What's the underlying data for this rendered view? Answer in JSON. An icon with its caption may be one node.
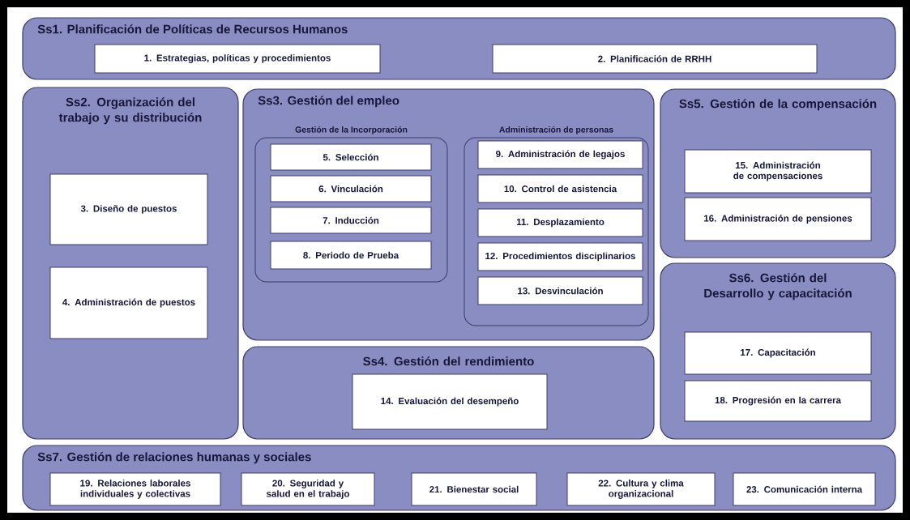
{
  "diagram": {
    "nodes": [
      {
        "text": [
          "Ss1. Planificación de Políticas de Recursos Humanos"
        ]
      },
      {
        "text": [
          "1. Estrategias, políticas y procedimientos"
        ],
        "in": 0
      },
      {
        "text": [
          "2. Planificación de RRHH"
        ],
        "in": 0
      },
      {
        "text": [
          "Ss2. Organización del trabajo y su distribución"
        ]
      },
      {
        "text": [
          "3. Diseño de puestos"
        ],
        "in": 3
      },
      {
        "text": [
          "4. Administración de puestos"
        ],
        "in": 3
      },
      {
        "text": [
          "Ss3. Gestión del empleo"
        ]
      },
      {
        "text": [
          "Gestión de la Incorporación"
        ],
        "in": 6
      },
      {
        "text": [
          "5. Selección"
        ],
        "in": 7
      },
      {
        "text": [
          "6. Vinculación"
        ],
        "in": 7
      },
      {
        "text": [
          "7. Inducción"
        ],
        "in": 7
      },
      {
        "text": [
          "8. Periodo de Prueba"
        ],
        "in": 7
      },
      {
        "text": [
          "Administración de personas"
        ],
        "in": 6
      },
      {
        "text": [
          "9. Administración de legajos"
        ],
        "in": 12
      },
      {
        "text": [
          "10. Control de asistencia"
        ],
        "in": 12
      },
      {
        "text": [
          "11. Desplazamiento"
        ],
        "in": 12
      },
      {
        "text": [
          "12. Procedimientos disciplinarios"
        ],
        "in": 12
      },
      {
        "text": [
          "13. Desvinculación"
        ],
        "in": 12
      },
      {
        "text": [
          "Ss4. Gestión del rendimiento"
        ]
      },
      {
        "text": [
          "14. Evaluación del desempeño"
        ],
        "in": 18
      },
      {
        "text": [
          "Ss5. Gestión de la compensación"
        ]
      },
      {
        "text": [
          "15. Administración de compensaciones"
        ],
        "in": 20
      },
      {
        "text": [
          "16. Administración de pensiones"
        ],
        "in": 20
      },
      {
        "text": [
          "Ss6. Gestión del Desarrollo y capacitación"
        ]
      },
      {
        "text": [
          "17. Capacitación"
        ],
        "in": 23
      },
      {
        "text": [
          "18. Progresión en la carrera"
        ],
        "in": 23
      },
      {
        "text": [
          "Ss7. Gestión de relaciones humanas y sociales"
        ]
      },
      {
        "text": [
          "19. Relaciones laborales individuales y colectivas"
        ],
        "in": 26
      },
      {
        "text": [
          "20. Seguridad y salud en el trabajo"
        ],
        "in": 26
      },
      {
        "text": [
          "21. Bienestar social"
        ],
        "in": 26
      },
      {
        "text": [
          "22. Cultura y clima organizacional"
        ],
        "in": 26
      },
      {
        "text": [
          "23. Comunicación interna"
        ],
        "in": 26
      }
    ]
  }
}
